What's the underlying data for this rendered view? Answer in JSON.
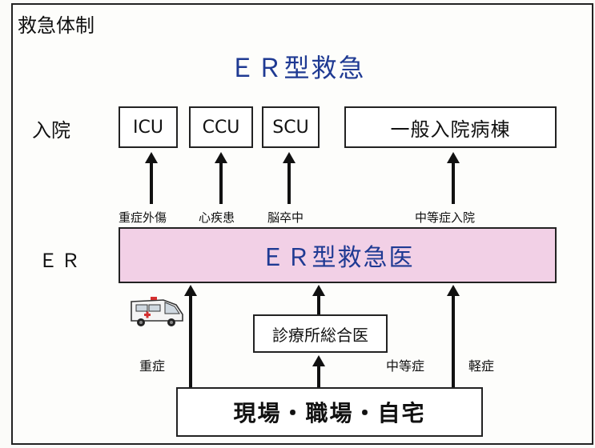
{
  "header": {
    "section_title": "救急体制",
    "main_title": "ＥＲ型救急"
  },
  "rows": {
    "admission_label": "入院",
    "er_label": "ＥＲ"
  },
  "units": {
    "icu": "ICU",
    "ccu": "CCU",
    "scu": "SCU",
    "general_ward": "一般入院病棟"
  },
  "flows_up": {
    "icu": "重症外傷",
    "ccu": "心疾患",
    "scu": "脳卒中",
    "general_ward": "中等症入院"
  },
  "er_center": "ＥＲ型救急医",
  "clinic": "診療所総合医",
  "origin": "現場・職場・自宅",
  "severity": {
    "severe": "重症",
    "moderate": "中等症",
    "mild": "軽症"
  },
  "colors": {
    "er_fill": "#f2d0e6",
    "title_blue": "#1f3a93",
    "ambulance_red": "#d43030"
  },
  "icons": {
    "ambulance": "ambulance-icon"
  }
}
